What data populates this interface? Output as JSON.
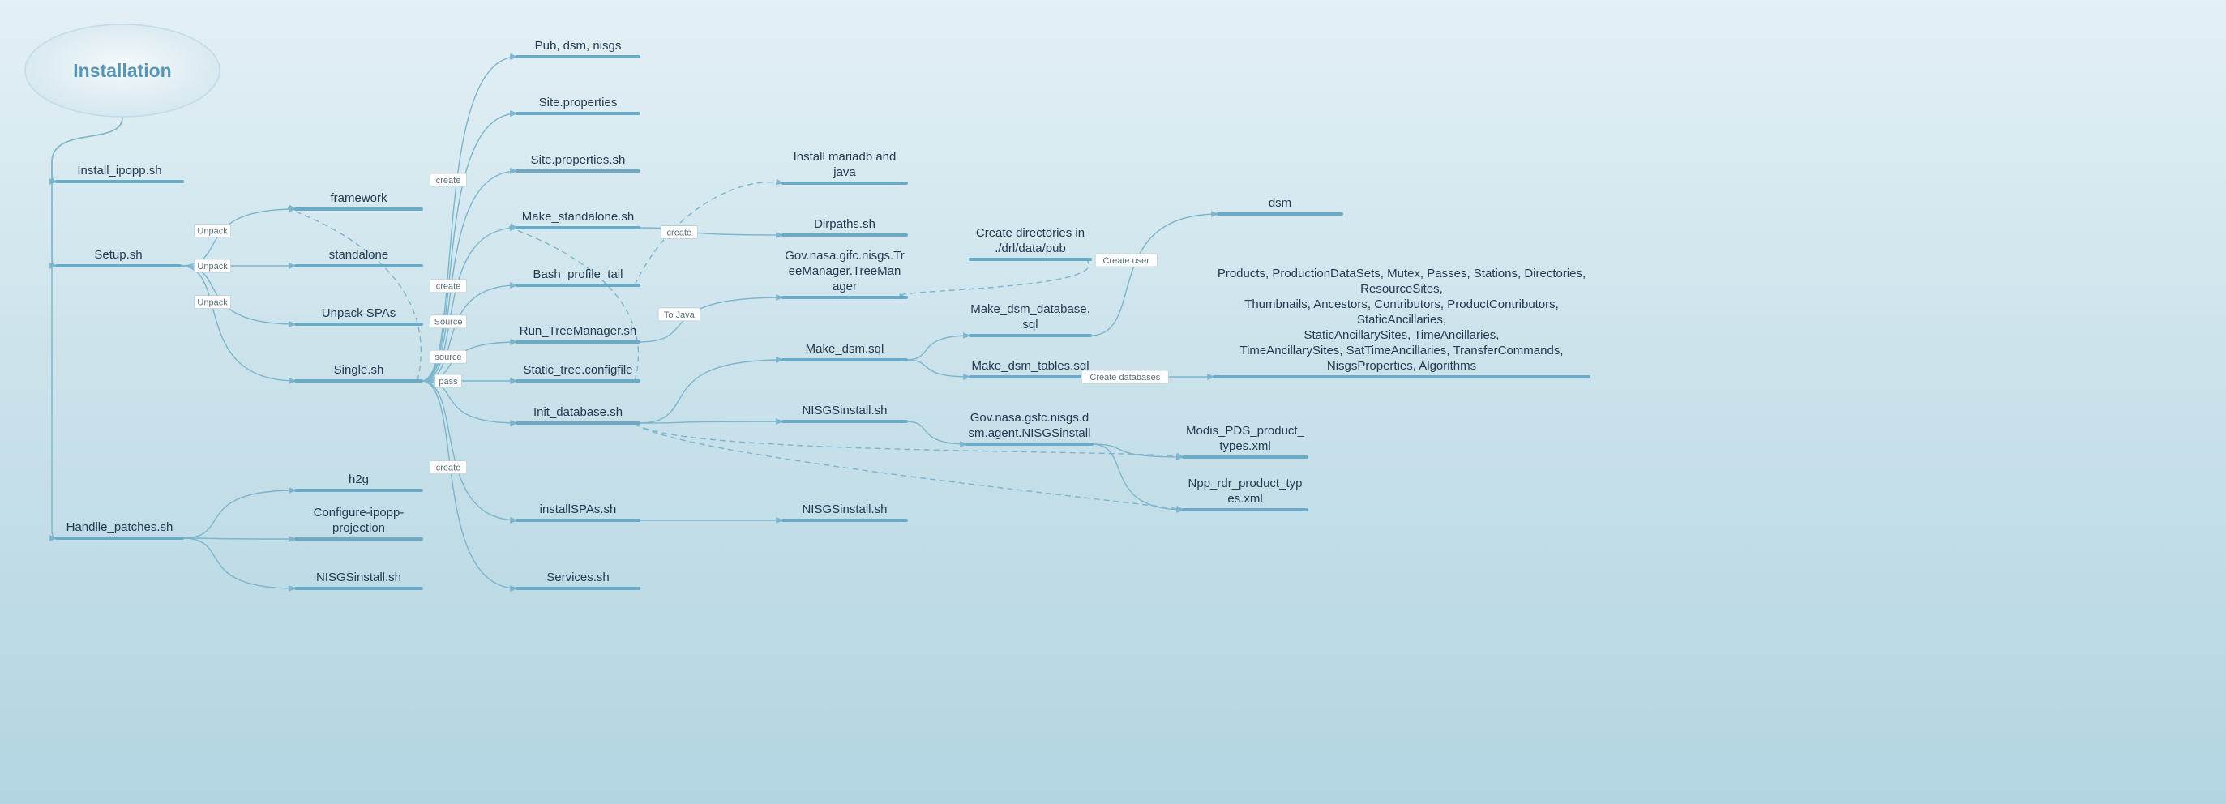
{
  "root": {
    "label": "Installation"
  },
  "nodes": [
    {
      "id": "install_ipopp",
      "label": "Install_ipopp.sh"
    },
    {
      "id": "setup",
      "label": "Setup.sh"
    },
    {
      "id": "handle_patches",
      "label": "Handlle_patches.sh"
    },
    {
      "id": "framework",
      "label": "framework"
    },
    {
      "id": "standalone",
      "label": "standalone"
    },
    {
      "id": "unpack_spas",
      "label": "Unpack SPAs"
    },
    {
      "id": "single",
      "label": "Single.sh"
    },
    {
      "id": "h2g",
      "label": "h2g"
    },
    {
      "id": "configure_ipopp",
      "label": "Configure-ipopp-\nprojection"
    },
    {
      "id": "nisgs_install_a",
      "label": "NISGSinstall.sh"
    },
    {
      "id": "pub_dsm",
      "label": "Pub, dsm, nisgs"
    },
    {
      "id": "site_props",
      "label": "Site.properties"
    },
    {
      "id": "site_props_sh",
      "label": "Site.properties.sh"
    },
    {
      "id": "make_standalone",
      "label": "Make_standalone.sh"
    },
    {
      "id": "bash_profile",
      "label": "Bash_profile_tail"
    },
    {
      "id": "run_treemanager",
      "label": "Run_TreeManager.sh"
    },
    {
      "id": "static_tree",
      "label": "Static_tree.configfile"
    },
    {
      "id": "init_database",
      "label": "Init_database.sh"
    },
    {
      "id": "install_spas",
      "label": "installSPAs.sh"
    },
    {
      "id": "services",
      "label": "Services.sh"
    },
    {
      "id": "install_mariadb",
      "label": "Install mariadb and\njava"
    },
    {
      "id": "dirpaths",
      "label": "Dirpaths.sh"
    },
    {
      "id": "treemanager_class",
      "label": "Gov.nasa.gifc.nisgs.Tr\neeManager.TreeMan\nager"
    },
    {
      "id": "make_dsm_sql",
      "label": "Make_dsm.sql"
    },
    {
      "id": "nisgs_install_b",
      "label": "NISGSinstall.sh"
    },
    {
      "id": "nisgs_install_c",
      "label": "NISGSinstall.sh"
    },
    {
      "id": "create_dirs",
      "label": "Create directories in\n./drl/data/pub"
    },
    {
      "id": "make_dsm_db",
      "label": "Make_dsm_database.\nsql"
    },
    {
      "id": "make_dsm_tables",
      "label": "Make_dsm_tables.sql"
    },
    {
      "id": "nisgs_agent",
      "label": "Gov.nasa.gsfc.nisgs.d\nsm.agent.NISGSinstall"
    },
    {
      "id": "dsm",
      "label": "dsm"
    },
    {
      "id": "products",
      "label": "Products, ProductionDataSets, Mutex, Passes, Stations, Directories,\nResourceSites,\nThumbnails, Ancestors, Contributors, ProductContributors,\nStaticAncillaries,\nStaticAncillarySites, TimeAncillaries,\nTimeAncillarySites, SatTimeAncillaries, TransferCommands,\nNisgsProperties, Algorithms"
    },
    {
      "id": "modis_pds",
      "label": "Modis_PDS_product_\ntypes.xml"
    },
    {
      "id": "npp_rdr",
      "label": "Npp_rdr_product_typ\nes.xml"
    }
  ],
  "edges": [
    {
      "from": "root",
      "to": "install_ipopp"
    },
    {
      "from": "root",
      "to": "setup"
    },
    {
      "from": "root",
      "to": "handle_patches"
    },
    {
      "from": "setup",
      "to": "framework",
      "label": "Unpack"
    },
    {
      "from": "setup",
      "to": "standalone",
      "label": "Unpack"
    },
    {
      "from": "setup",
      "to": "unpack_spas",
      "label": "Unpack"
    },
    {
      "from": "setup",
      "to": "single"
    },
    {
      "from": "handle_patches",
      "to": "h2g"
    },
    {
      "from": "handle_patches",
      "to": "configure_ipopp"
    },
    {
      "from": "handle_patches",
      "to": "nisgs_install_a"
    },
    {
      "from": "single",
      "to": "pub_dsm",
      "label": "create"
    },
    {
      "from": "single",
      "to": "site_props"
    },
    {
      "from": "single",
      "to": "site_props_sh"
    },
    {
      "from": "single",
      "to": "make_standalone",
      "label": "create"
    },
    {
      "from": "single",
      "to": "bash_profile",
      "label": "Source"
    },
    {
      "from": "single",
      "to": "run_treemanager",
      "label": "source"
    },
    {
      "from": "single",
      "to": "static_tree",
      "label": "pass"
    },
    {
      "from": "single",
      "to": "init_database"
    },
    {
      "from": "single",
      "to": "install_spas",
      "label": "create"
    },
    {
      "from": "single",
      "to": "services"
    },
    {
      "from": "make_standalone",
      "to": "dirpaths",
      "label": "create"
    },
    {
      "from": "run_treemanager",
      "to": "treemanager_class",
      "label": "To Java"
    },
    {
      "from": "init_database",
      "to": "make_dsm_sql"
    },
    {
      "from": "init_database",
      "to": "nisgs_install_b"
    },
    {
      "from": "install_spas",
      "to": "nisgs_install_c"
    },
    {
      "from": "make_dsm_sql",
      "to": "make_dsm_db"
    },
    {
      "from": "make_dsm_sql",
      "to": "make_dsm_tables"
    },
    {
      "from": "nisgs_install_b",
      "to": "nisgs_agent"
    },
    {
      "from": "make_dsm_db",
      "to": "dsm",
      "label": "Create user"
    },
    {
      "from": "make_dsm_tables",
      "to": "products",
      "label": "Create databases"
    },
    {
      "from": "nisgs_agent",
      "to": "modis_pds"
    },
    {
      "from": "nisgs_agent",
      "to": "npp_rdr"
    }
  ],
  "dashed_links": [
    {
      "from": "single",
      "to": "framework"
    },
    {
      "from": "bash_profile",
      "to": "install_mariadb"
    },
    {
      "from": "static_tree",
      "to": "make_standalone"
    },
    {
      "from": "create_dirs",
      "to": "treemanager_class"
    },
    {
      "from": "init_database",
      "to": "modis_pds"
    },
    {
      "from": "init_database",
      "to": "npp_rdr"
    }
  ],
  "colors": {
    "line": "#7cb5cd",
    "underline": "#6aaac6",
    "text": "#243a52",
    "root_text": "#5797b6",
    "background_top": "#e3f0f5",
    "background_bottom": "#b2d5e1"
  }
}
